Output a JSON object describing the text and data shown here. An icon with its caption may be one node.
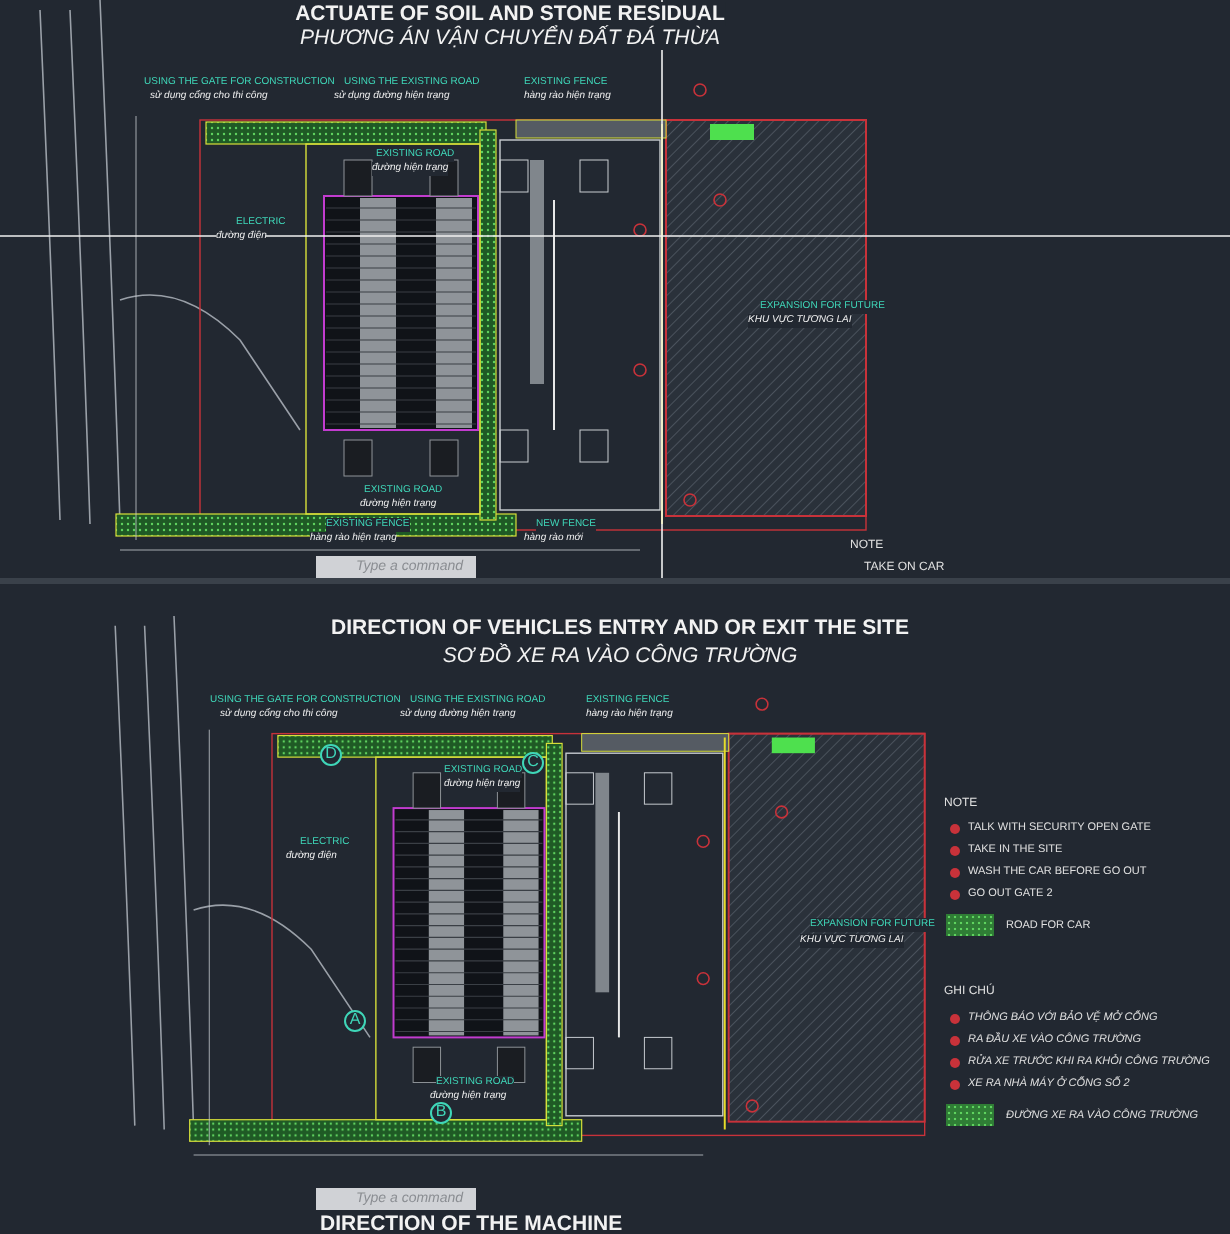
{
  "diagram": {
    "labels": [
      "ACTUATE OF SOIL AND STONE RESIDUAL",
      "PHƯƠNG ÁN VẬN CHUYỂN ĐẤT ĐÁ THỪA",
      "USING THE GATE FOR CONSTRUCTION",
      "sử dụng cổng cho thi công",
      "USING THE EXISTING ROAD",
      "sử dụng đường hiện trạng",
      "EXISTING FENCE",
      "hàng rào hiện trạng",
      "EXISTING ROAD",
      "đường hiện trạng",
      "ELECTRIC",
      "đường điện",
      "EXPANSION FOR FUTURE",
      "KHU VỰC TƯƠNG LAI",
      "EXISTING ROAD",
      "đường hiện trạng",
      "EXISTING FENCE",
      "hàng rào hiện trạng",
      "NEW FENCE",
      "hàng rào mới",
      "NOTE",
      "TAKE ON CAR",
      "Type a command",
      "DIRECTION OF VEHICLES ENTRY AND OR EXIT THE SITE",
      "SƠ ĐỒ XE RA VÀO CÔNG TRƯỜNG",
      "USING THE GATE FOR CONSTRUCTION",
      "sử dụng cổng cho thi công",
      "USING THE EXISTING ROAD",
      "sử dụng đường hiện trạng",
      "EXISTING FENCE",
      "hàng rào hiện trạng",
      "EXISTING ROAD",
      "đường hiện trạng",
      "ELECTRIC",
      "đường điện",
      "EXPANSION FOR FUTURE",
      "KHU VỰC TƯƠNG LAI",
      "EXISTING ROAD",
      "đường hiện trạng",
      "D",
      "C",
      "A",
      "B",
      "NOTE",
      "GHI CHÚ",
      "Type a command",
      "DIRECTION OF THE MACHINE"
    ],
    "legend": [
      {
        "text": "TALK WITH SECURITY OPEN GATE",
        "color": "#c8323a"
      },
      {
        "text": "TAKE IN THE SITE",
        "color": "#c8323a"
      },
      {
        "text": "WASH THE CAR BEFORE GO OUT",
        "color": "#c8323a"
      },
      {
        "text": "GO OUT GATE 2",
        "color": "#c8323a"
      },
      {
        "text": "ROAD FOR CAR",
        "color": "#2f7d35"
      },
      {
        "text": "THÔNG BÁO VỚI BẢO VỆ MỞ CỔNG",
        "color": "#c8323a"
      },
      {
        "text": "RA ĐẦU XE VÀO CÔNG TRƯỜNG",
        "color": "#c8323a"
      },
      {
        "text": "RỬA XE TRƯỚC KHI RA KHỎI CÔNG TRƯỜNG",
        "color": "#c8323a"
      },
      {
        "text": "XE RA NHÀ MÁY Ở CỔNG SỐ 2",
        "color": "#c8323a"
      },
      {
        "text": "ĐƯỜNG XE RA VÀO CÔNG TRƯỜNG",
        "color": "#2f7d35"
      }
    ]
  }
}
